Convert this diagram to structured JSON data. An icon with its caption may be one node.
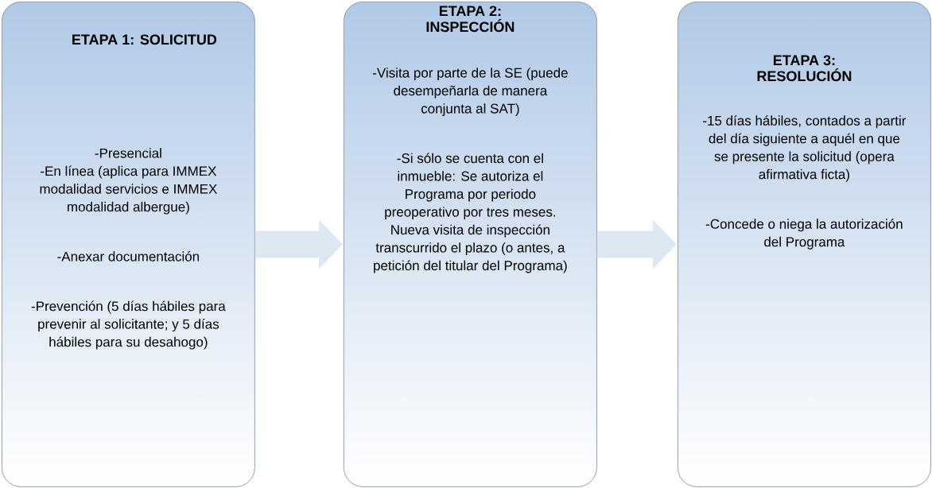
{
  "diagram": {
    "nodes": [
      {
        "text": [
          "ETAPA 1: SOLICITUD",
          "-Presencial",
          "-En línea (aplica para IMMEX modalidad servicios e IMMEX modalidad albergue)",
          "-Anexar documentación",
          "-Prevención (5 días hábiles para prevenir al solicitante; y 5 días hábiles para su desahogo)"
        ]
      },
      {
        "text": [
          "ETAPA 2: INSPECCIÓN",
          "-Visita por parte de la SE (puede desempeñarla de manera conjunta al SAT)",
          "-Si sólo se cuenta con el inmueble: Se autoriza el Programa por periodo preoperativo por tres meses. Nueva visita de inspección transcurrido el plazo (o antes, a petición del titular del Programa)"
        ]
      },
      {
        "text": [
          "ETAPA 3: RESOLUCIÓN",
          "-15 días hábiles, contados a partir del día siguiente a aquél en que se presente la solicitud (opera afirmativa ficta)",
          "-Concede o niega la autorización del Programa"
        ]
      }
    ],
    "edges": [
      {
        "from": 0,
        "to": 1,
        "arrow": "to"
      },
      {
        "from": 1,
        "to": 2,
        "arrow": "to"
      }
    ]
  }
}
